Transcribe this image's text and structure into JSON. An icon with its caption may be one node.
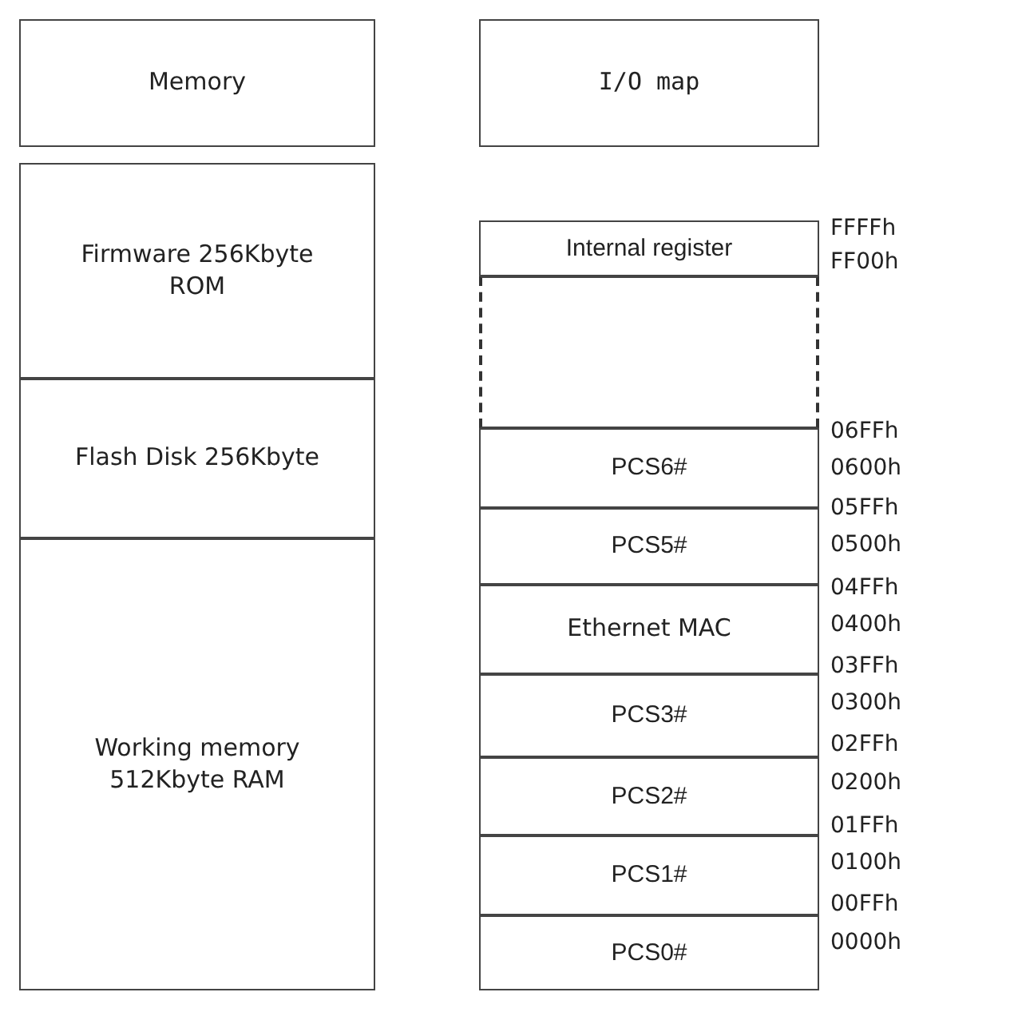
{
  "diagram": {
    "nodes": [
      {
        "text": [
          "Memory"
        ]
      },
      {
        "text": [
          "Firmware 256Kbyte ROM"
        ]
      },
      {
        "text": [
          "Flash Disk 256Kbyte"
        ]
      },
      {
        "text": [
          "Working memory 512Kbyte RAM"
        ]
      },
      {
        "text": [
          "I/O map"
        ]
      },
      {
        "text": [
          "Internal register"
        ]
      },
      {
        "text": [],
        "shape": "box"
      },
      {
        "text": [
          "PCS6#"
        ]
      },
      {
        "text": [
          "PCS5#"
        ]
      },
      {
        "text": [
          "Ethernet MAC"
        ]
      },
      {
        "text": [
          "PCS3#"
        ]
      },
      {
        "text": [
          "PCS2#"
        ]
      },
      {
        "text": [
          "PCS1#"
        ]
      },
      {
        "text": [
          "PCS0#"
        ]
      }
    ],
    "labels": [
      "FFFFh",
      "FF00h",
      "06FFh",
      "0600h",
      "05FFh",
      "0500h",
      "04FFh",
      "0400h",
      "03FFh",
      "0300h",
      "02FFh",
      "0200h",
      "01FFh",
      "0100h",
      "00FFh",
      "0000h"
    ]
  }
}
